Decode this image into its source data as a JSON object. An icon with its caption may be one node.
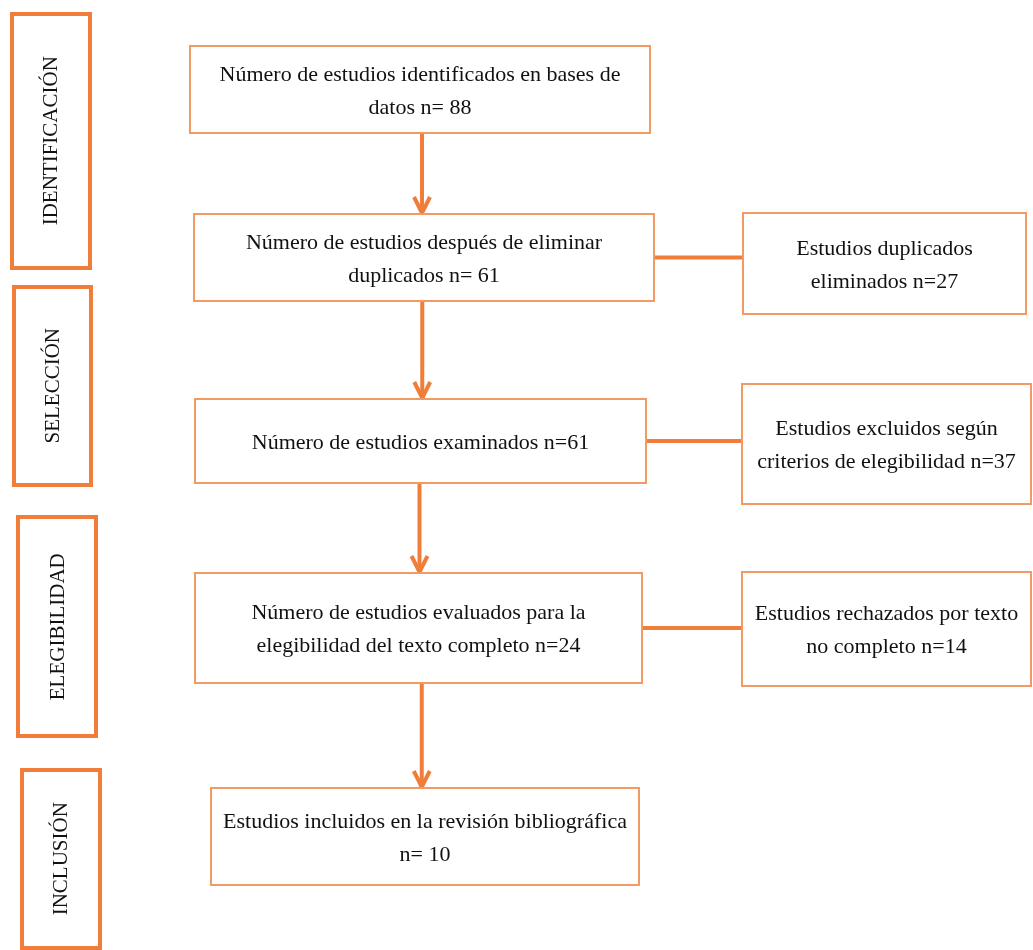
{
  "diagram": {
    "nodes": [
      {
        "text": [
          "IDENTIFICACIÓN"
        ]
      },
      {
        "text": [
          "SELECCIÓN"
        ]
      },
      {
        "text": [
          "ELEGIBILIDAD"
        ]
      },
      {
        "text": [
          "INCLUSIÓN"
        ]
      },
      {
        "text": [
          "Número de estudios identificados en bases de datos n= 88"
        ]
      },
      {
        "text": [
          "Número de estudios después de eliminar duplicados n= 61"
        ]
      },
      {
        "text": [
          "Estudios duplicados eliminados n=27"
        ]
      },
      {
        "text": [
          "Número de estudios examinados n=61"
        ]
      },
      {
        "text": [
          "Estudios excluidos según criterios de elegibilidad n=37"
        ]
      },
      {
        "text": [
          "Número de estudios evaluados para la elegibilidad del texto completo n=24"
        ]
      },
      {
        "text": [
          "Estudios rechazados por texto no completo n=14"
        ]
      },
      {
        "text": [
          "Estudios incluidos en la revisión bibliográfica n= 10"
        ]
      }
    ],
    "edges": [
      {
        "from": 4,
        "to": 5,
        "arrow": "to"
      },
      {
        "from": 5,
        "to": 6,
        "arrow": "none"
      },
      {
        "from": 5,
        "to": 7,
        "arrow": "to"
      },
      {
        "from": 7,
        "to": 8,
        "arrow": "none"
      },
      {
        "from": 7,
        "to": 9,
        "arrow": "to"
      },
      {
        "from": 9,
        "to": 10,
        "arrow": "none"
      },
      {
        "from": 9,
        "to": 11,
        "arrow": "to"
      }
    ]
  }
}
